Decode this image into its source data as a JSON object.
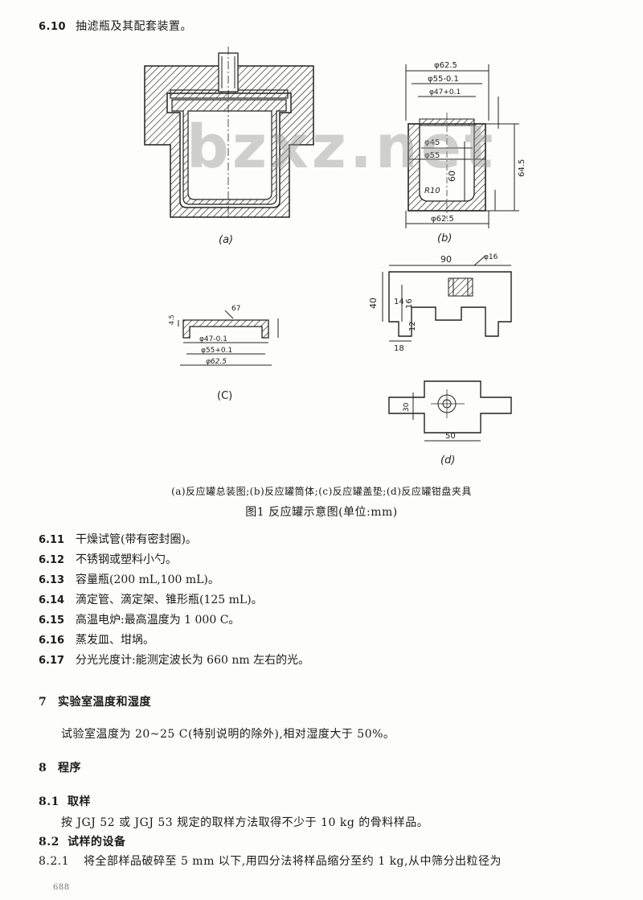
{
  "section_title": {
    "num": "6.10",
    "text": "抽滤瓶及其配套装置。"
  },
  "figure": {
    "panel_a": {
      "label": "(a)"
    },
    "panel_b": {
      "label": "(b)",
      "dims": [
        "φ62.5",
        "φ55-0.1",
        "φ47+0.1",
        "φ45",
        "φ55",
        "60",
        "64.5",
        "R10",
        "φ62.5"
      ]
    },
    "panel_c": {
      "label": "(C)",
      "dims": [
        "φ47-0.1",
        "φ55+0.1",
        "φ62.5",
        "67",
        "4.5"
      ]
    },
    "panel_d": {
      "label": "(d)",
      "dims": [
        "90",
        "φ16",
        "40",
        "14",
        "16",
        "12",
        "18",
        "30",
        "50"
      ]
    },
    "caption_parts": "(a)反应罐总装图;(b)反应罐筒体;(c)反应罐盖垫;(d)反应罐钳盘夹具",
    "caption_title": "图1  反应罐示意图(单位:mm)"
  },
  "items": [
    {
      "num": "6.11",
      "text": "干燥试管(带有密封圈)。"
    },
    {
      "num": "6.12",
      "text": "不锈钢或塑料小勺。"
    },
    {
      "num": "6.13",
      "text": "容量瓶(200 mL,100 mL)。"
    },
    {
      "num": "6.14",
      "text": "滴定管、滴定架、锥形瓶(125 mL)。"
    },
    {
      "num": "6.15",
      "text": "高温电炉:最高温度为 1 000 C。"
    },
    {
      "num": "6.16",
      "text": "蒸发皿、坩埚。"
    },
    {
      "num": "6.17",
      "text": "分光光度计:能测定波长为 660 nm 左右的光。"
    }
  ],
  "section7": {
    "num": "7",
    "title": "实验室温度和湿度",
    "body": "试验室温度为 20~25 C(特别说明的除外),相对湿度大于 50%。"
  },
  "section8": {
    "num": "8",
    "title": "程序"
  },
  "s81": {
    "num": "8.1",
    "title": "取样",
    "body": "按 JGJ 52 或 JGJ 53 规定的取样方法取得不少于 10 kg 的骨料样品。"
  },
  "s82": {
    "num": "8.2",
    "title": "试样的设备"
  },
  "s821": {
    "num": "8.2.1",
    "text": "将全部样品破碎至 5 mm 以下,用四分法将样品缩分至约 1 kg,从中筛分出粒径为"
  },
  "watermark": "bzxz.net",
  "page_number": "688"
}
